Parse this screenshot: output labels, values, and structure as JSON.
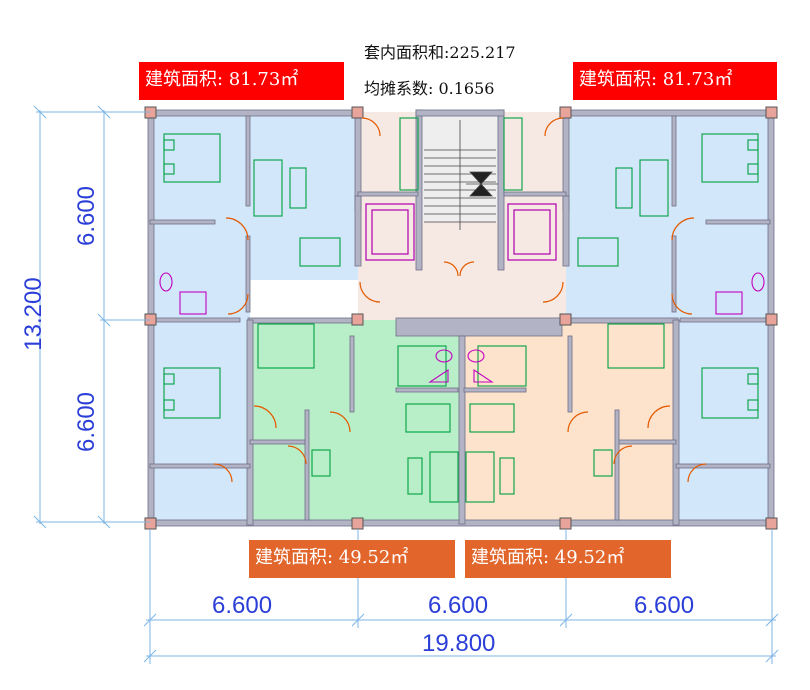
{
  "summary": {
    "inner_area_total": "套内面积和:225.217",
    "share_coefficient": "均摊系数: 0.1656"
  },
  "units": {
    "top_left_area": "建筑面积: 81.73㎡",
    "top_right_area": "建筑面积: 81.73㎡",
    "bottom_left_area": "建筑面积: 49.52㎡",
    "bottom_right_area": "建筑面积: 49.52㎡"
  },
  "dimensions": {
    "bay_left": "6.600",
    "bay_middle": "6.600",
    "bay_right": "6.600",
    "total_width": "19.800",
    "depth_top": "6.600",
    "depth_bottom": "6.600",
    "total_depth": "13.200"
  },
  "colors": {
    "big_unit_fill": "#d3e7fb",
    "green_unit_fill": "#b9efc8",
    "peach_unit_fill": "#fde3cc",
    "core_fill": "#f6e8e2",
    "red_tag": "#ff0000",
    "orange_tag": "#e2662c",
    "dimension_blue": "#2b3fd8",
    "wall": "#b3b3c6"
  }
}
